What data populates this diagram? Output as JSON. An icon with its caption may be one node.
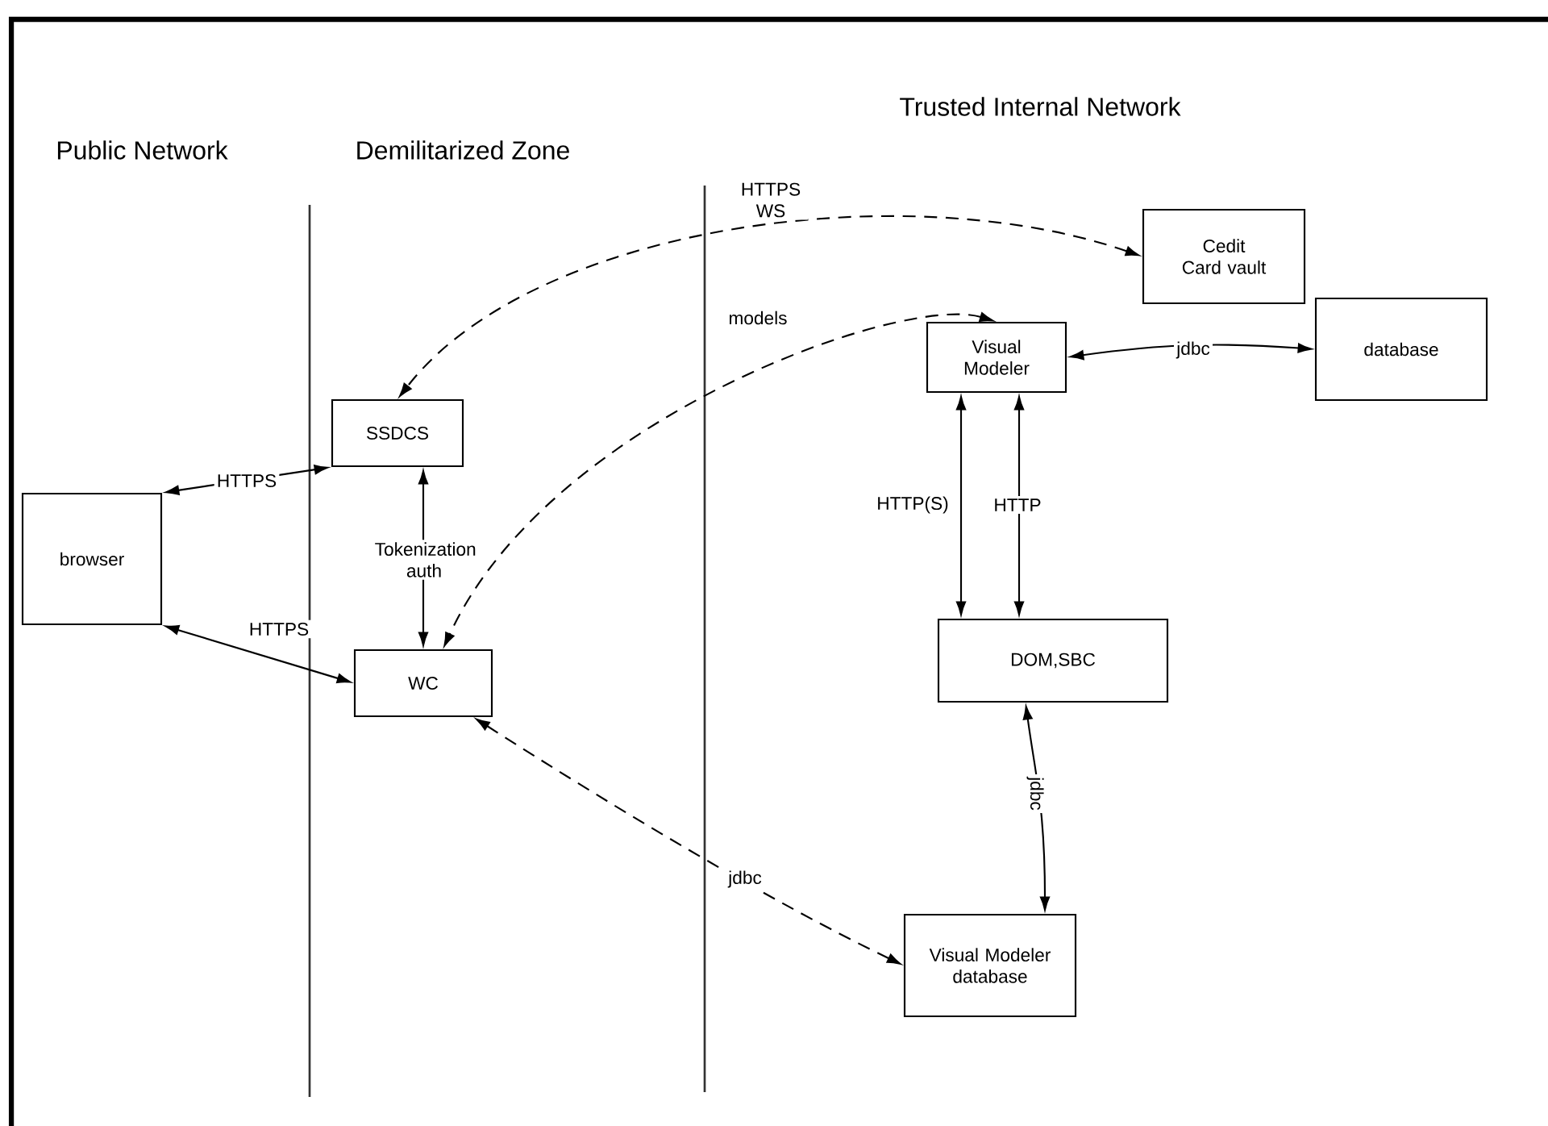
{
  "diagram": {
    "nodes": [
      {
        "text": [
          "browser"
        ]
      },
      {
        "text": [
          "SSDCS"
        ]
      },
      {
        "text": [
          "WC"
        ]
      },
      {
        "text": [
          "Cedit Card vault"
        ]
      },
      {
        "text": [
          "Visual Modeler"
        ]
      },
      {
        "text": [
          "database"
        ]
      },
      {
        "text": [
          "DOM,SBC"
        ]
      },
      {
        "text": [
          "Visual Modeler database"
        ]
      }
    ],
    "edges": [
      {
        "from": 0,
        "to": 1,
        "arrow": "both",
        "label": "HTTPS"
      },
      {
        "from": 0,
        "to": 2,
        "arrow": "both",
        "label": "HTTPS"
      },
      {
        "from": 1,
        "to": 2,
        "arrow": "both",
        "label": "Tokenization auth"
      },
      {
        "from": 3,
        "to": 1,
        "arrow": "both",
        "label": "HTTPS WS",
        "style": "dashed"
      },
      {
        "from": 4,
        "to": 2,
        "arrow": "both",
        "label": "models",
        "style": "dashed"
      },
      {
        "from": 4,
        "to": 5,
        "arrow": "both",
        "label": "jdbc"
      },
      {
        "from": 4,
        "to": 6,
        "arrow": "both",
        "label": "HTTP(S)"
      },
      {
        "from": 4,
        "to": 6,
        "arrow": "both",
        "label": "HTTP"
      },
      {
        "from": 6,
        "to": 7,
        "arrow": "both",
        "label": "jdbc"
      },
      {
        "from": 2,
        "to": 7,
        "arrow": "both",
        "label": "jdbc",
        "style": "dashed"
      }
    ],
    "labels": [
      "Public Network",
      "Demilitarized Zone",
      "Trusted Internal Network"
    ]
  }
}
